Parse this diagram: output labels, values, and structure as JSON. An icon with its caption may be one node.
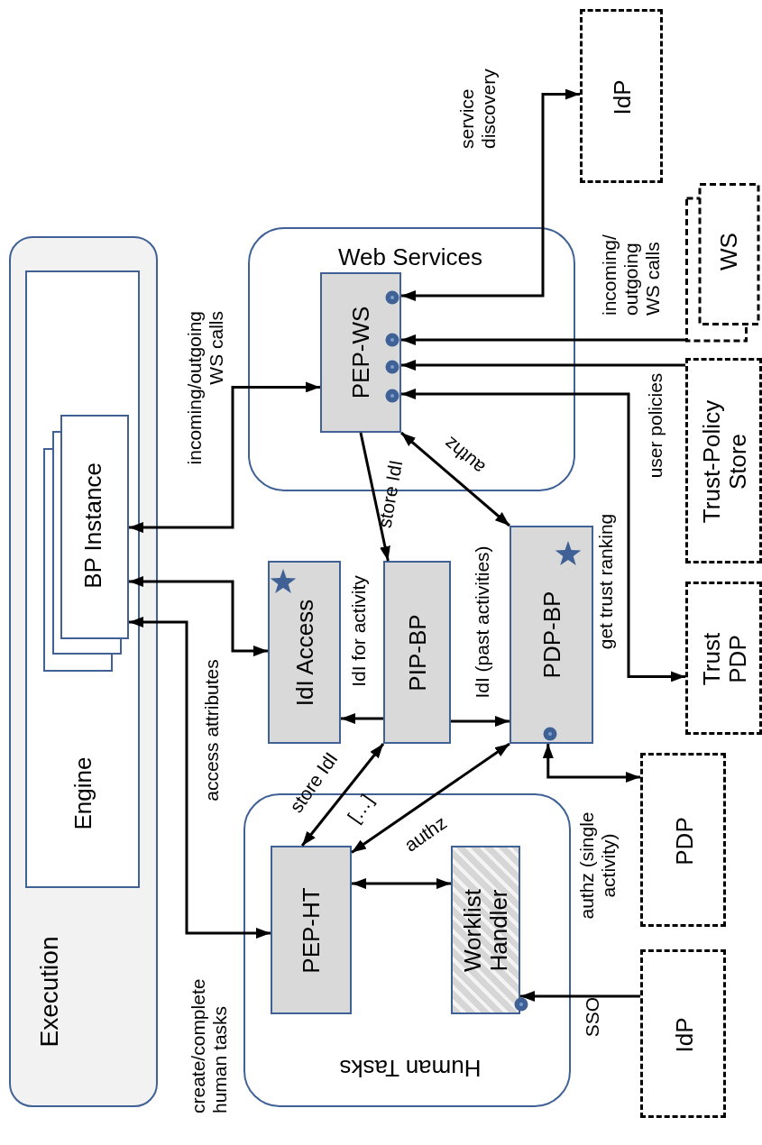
{
  "diagram": {
    "nodes": [
      {
        "text": [
          "Execution"
        ]
      },
      {
        "text": [
          "Engine"
        ],
        "in": 0
      },
      {
        "text": [
          "BP Instance"
        ],
        "in": 1
      },
      {
        "text": [
          "Web Services"
        ]
      },
      {
        "text": [
          "PEP-WS"
        ],
        "in": 3
      },
      {
        "text": [
          "IdI Access"
        ]
      },
      {
        "text": [
          "PIP-BP"
        ]
      },
      {
        "text": [
          "PDP-BP"
        ]
      },
      {
        "text": [
          "Human Tasks"
        ]
      },
      {
        "text": [
          "PEP-HT"
        ],
        "in": 8
      },
      {
        "text": [
          "Worklist Handler"
        ],
        "in": 8
      },
      {
        "text": [
          "IdP"
        ]
      },
      {
        "text": [
          "WS"
        ]
      },
      {
        "text": [
          "Trust-Policy Store"
        ]
      },
      {
        "text": [
          "Trust PDP"
        ]
      },
      {
        "text": [
          "PDP"
        ]
      },
      {
        "text": [
          "IdP"
        ]
      }
    ],
    "edges": [
      {
        "from": 4,
        "to": 11,
        "arrow": "both",
        "label": "service discovery"
      },
      {
        "from": 12,
        "to": 4,
        "arrow": "to",
        "label": "incoming/ outgoing WS calls"
      },
      {
        "from": 13,
        "to": 4,
        "arrow": "to",
        "label": "user policies"
      },
      {
        "from": 4,
        "to": 14,
        "arrow": "both",
        "label": "get trust ranking"
      },
      {
        "from": 2,
        "to": 4,
        "arrow": "both",
        "label": "incoming/outgoing WS calls"
      },
      {
        "from": 4,
        "to": 6,
        "arrow": "to",
        "label": "store IdI"
      },
      {
        "from": 4,
        "to": 7,
        "arrow": "both",
        "label": "authz"
      },
      {
        "from": 2,
        "to": 5,
        "arrow": "both",
        "label": "access attributes"
      },
      {
        "from": 6,
        "to": 5,
        "arrow": "to",
        "label": "IdI for activity"
      },
      {
        "from": 6,
        "to": 7,
        "arrow": "to",
        "label": "IdI (past activities)"
      },
      {
        "from": 2,
        "to": 9,
        "arrow": "both",
        "label": "create/complete human tasks"
      },
      {
        "from": 9,
        "to": 6,
        "arrow": "both",
        "label": "store IdI"
      },
      {
        "from": 9,
        "to": 7,
        "arrow": "both",
        "label": "authz"
      },
      {
        "from": 9,
        "to": 10,
        "arrow": "both"
      },
      {
        "from": 7,
        "to": 15,
        "arrow": "both",
        "label": "authz (single activity)"
      },
      {
        "from": 16,
        "to": 10,
        "arrow": "to",
        "label": "SSO"
      }
    ],
    "labels": [
      "[…]"
    ]
  }
}
